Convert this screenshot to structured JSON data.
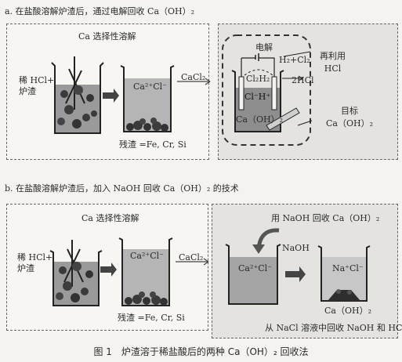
{
  "section_a": {
    "heading": "a. 在盐酸溶解炉渣后，通过电解回收 Ca（OH）₂",
    "left_box_title": "Ca 选择性溶解",
    "reagent": "稀 HCl+\n炉渣",
    "beaker_label": "Ca²⁺Cl⁻",
    "residue": "残渣 =Fe, Cr, Si",
    "arrow_label": "CaCl₂",
    "electrolysis_label": "电解",
    "gas_products": "H₂+Cl₂",
    "gas_in_cell": "Cl₂H₂",
    "hcl_out": "2HCl",
    "ions_in_cell": "Cl⁻H⁺",
    "cell_product": "Ca（OH）₂",
    "reuse": "再利用\nHCl",
    "target": "目标\nCa（OH）₂"
  },
  "section_b": {
    "heading": "b. 在盐酸溶解炉渣后，加入 NaOH 回收 Ca（OH）₂ 的技术",
    "left_box_title": "Ca 选择性溶解",
    "reagent": "稀 HCl+\n炉渣",
    "beaker_label": "Ca²⁺Cl⁻",
    "residue": "残渣 =Fe, Cr, Si",
    "arrow_label": "CaCl₂",
    "right_box_title": "用 NaOH 回收 Ca（OH）₂",
    "naoh_label": "NaOH",
    "beaker3_label": "Ca²⁺Cl⁻",
    "beaker4_label": "Na⁺Cl⁻",
    "product": "Ca（OH）₂",
    "footer": "从 NaCl 溶液中回收 NaOH 和 HCl"
  },
  "caption": "图 1　炉渣溶于稀盐酸后的两种 Ca（OH）₂ 回收法"
}
